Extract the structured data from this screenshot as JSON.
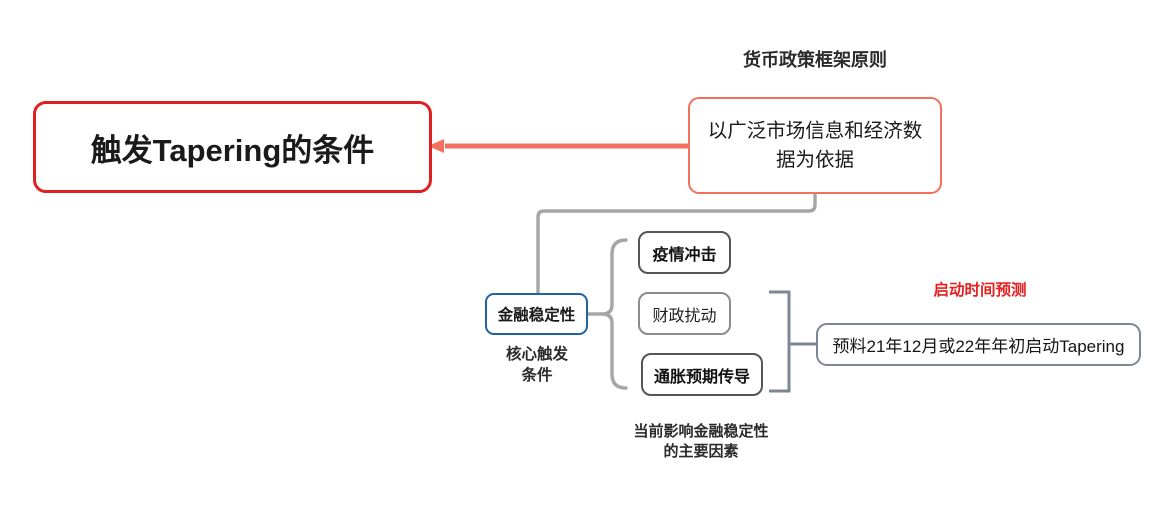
{
  "diagram": {
    "type": "mind-map",
    "title": "触发Tapering的条件",
    "background": "#ffffff",
    "colors": {
      "root_border": "#e02020",
      "principle_border": "#f4705e",
      "connector_coral": "#f4705e",
      "stability_border": "#1f63a5",
      "factor_border_dark": "#555555",
      "factor_border_light": "#8c8c8c",
      "outcome_border": "#7c8796",
      "connector_gray": "#a6a6a6",
      "timing_label": "#e81f1f"
    },
    "nodes": {
      "root": {
        "text": "触发Tapering的条件"
      },
      "principle": {
        "text": "以广泛市场信息和经济数据为依据"
      },
      "stability": {
        "text": "金融稳定性"
      },
      "factors": [
        {
          "text": "疫情冲击"
        },
        {
          "text": "财政扰动"
        },
        {
          "text": "通胀预期传导"
        }
      ],
      "outcome": {
        "text": "预料21年12月或22年年初启动Tapering"
      }
    },
    "labels": {
      "principle_caption": "货币政策框架原则",
      "core_caption_line1": "核心触发",
      "core_caption_line2": "条件",
      "factors_caption_line1": "当前影响金融稳定性",
      "factors_caption_line2": "的主要因素",
      "timing_caption": "启动时间预测"
    }
  }
}
